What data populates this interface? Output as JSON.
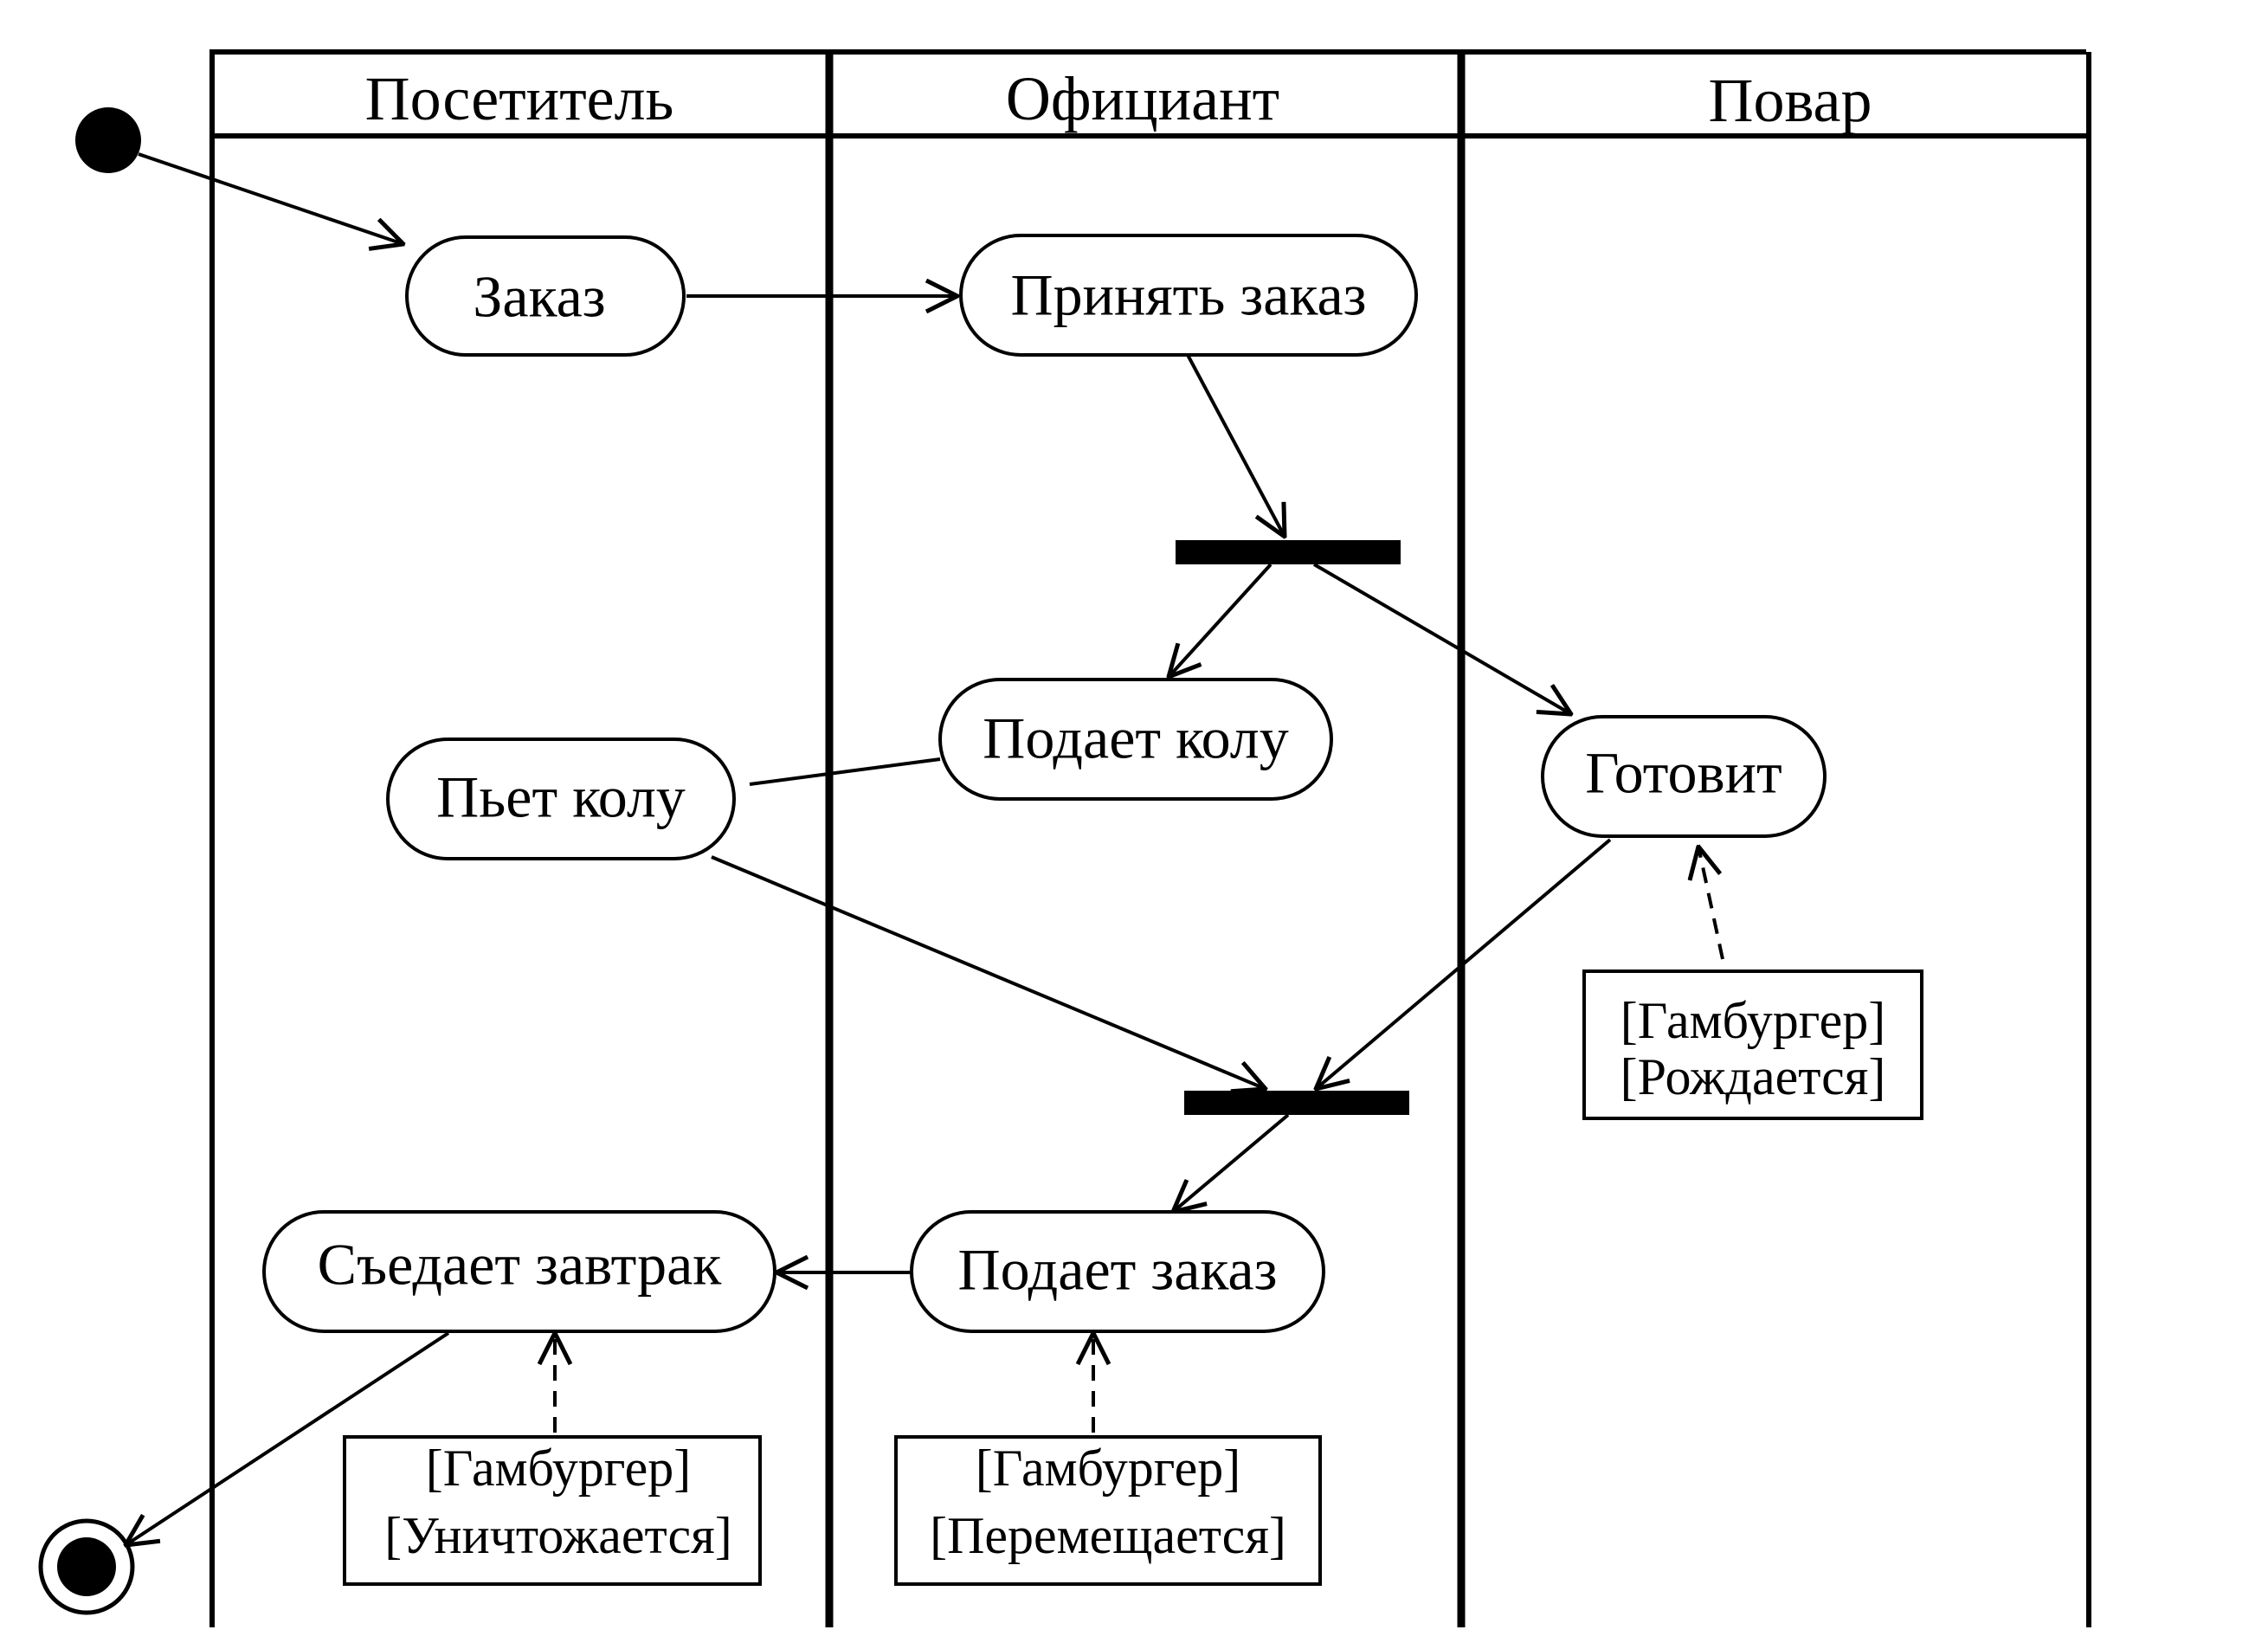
{
  "swimlanes": [
    {
      "title": "Посетитель"
    },
    {
      "title": "Официант"
    },
    {
      "title": "Повар"
    }
  ],
  "activities": {
    "order": "Заказ",
    "take_order": "Принять заказ",
    "serve_cola": "Подает колу",
    "drink_cola": "Пьет колу",
    "cook": "Готовит",
    "eat_breakfast": "Съедает завтрак",
    "serve_order": "Подает заказ"
  },
  "objects": {
    "born": {
      "name": "[Гамбургер]",
      "state": "[Рождается]"
    },
    "moved": {
      "name": "[Гамбургер]",
      "state": "[Перемещается]"
    },
    "destroyed": {
      "name": "[Гамбургер]",
      "state": "[Уничтожается]"
    }
  }
}
